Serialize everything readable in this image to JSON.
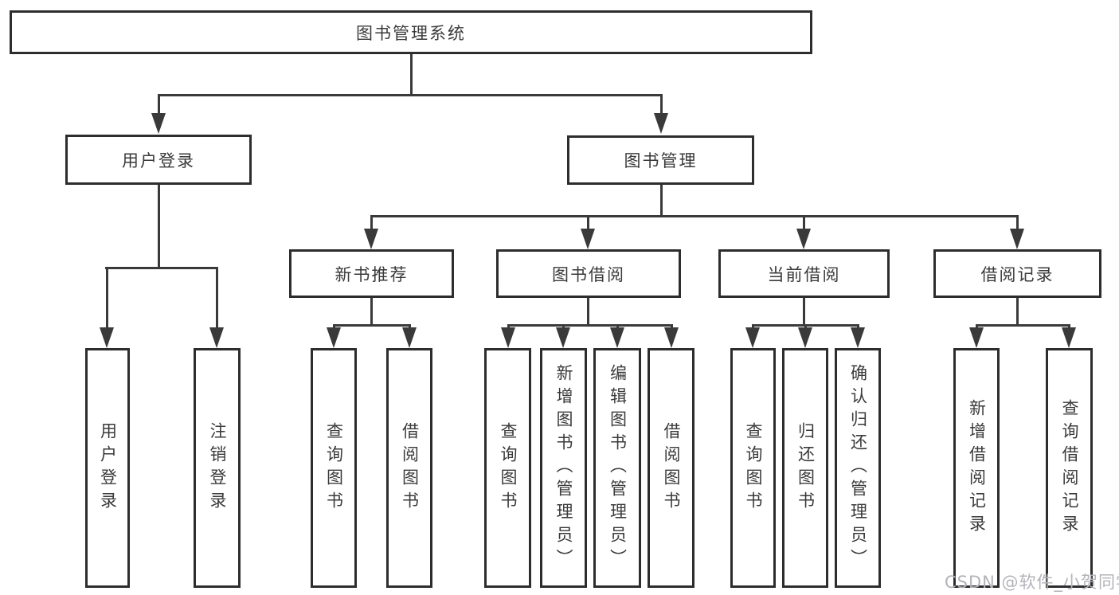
{
  "tree": {
    "label": "图书管理系统",
    "children": [
      {
        "label": "用户登录",
        "children": [
          {
            "label": "用户登录"
          },
          {
            "label": "注销登录"
          }
        ]
      },
      {
        "label": "图书管理",
        "children": [
          {
            "label": "新书推荐",
            "children": [
              {
                "label": "查询图书"
              },
              {
                "label": "借阅图书"
              }
            ]
          },
          {
            "label": "图书借阅",
            "children": [
              {
                "label": "查询图书"
              },
              {
                "label": "新增图书（管理员）"
              },
              {
                "label": "编辑图书（管理员）"
              },
              {
                "label": "借阅图书"
              }
            ]
          },
          {
            "label": "当前借阅",
            "children": [
              {
                "label": "查询图书"
              },
              {
                "label": "归还图书"
              },
              {
                "label": "确认归还（管理员）"
              }
            ]
          },
          {
            "label": "借阅记录",
            "children": [
              {
                "label": "新增借阅记录"
              },
              {
                "label": "查询借阅记录"
              }
            ]
          }
        ]
      }
    ]
  },
  "watermark": {
    "text": "CSDN @软件_小贺同学"
  },
  "colors": {
    "border": "#2d2d2d",
    "line": "#3a3a3a",
    "text": "#3a3a3a",
    "watermark": "#b3b3ba",
    "background": "#ffffff"
  }
}
